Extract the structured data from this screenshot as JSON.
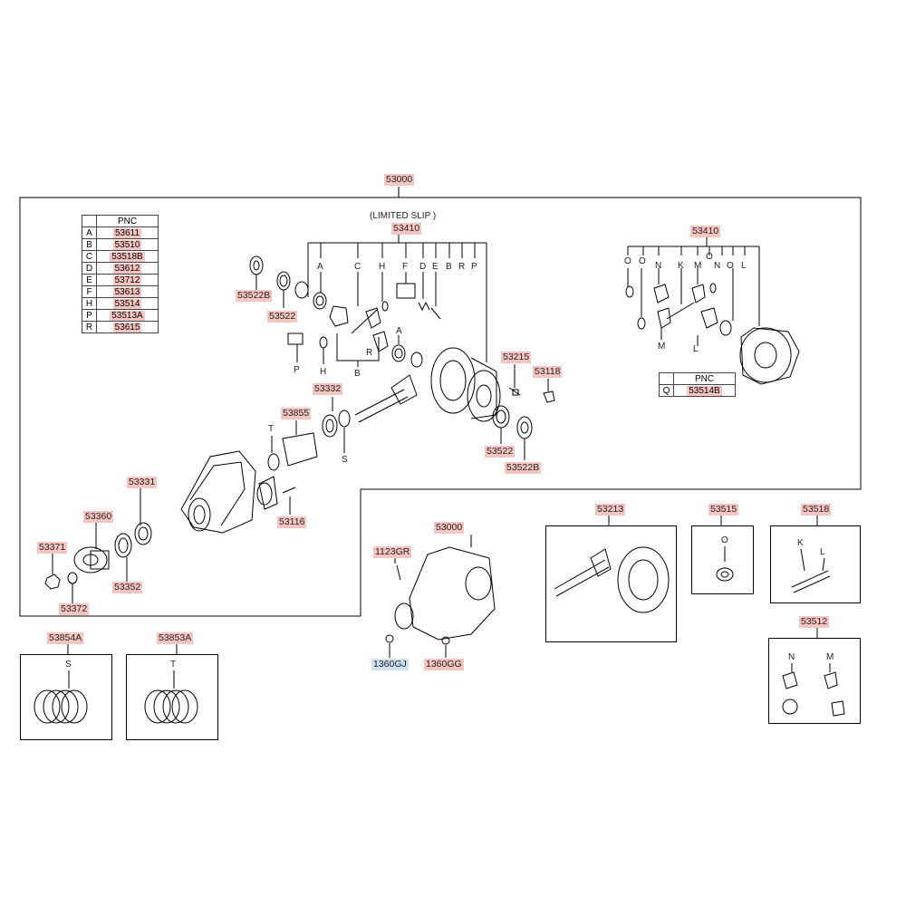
{
  "colors": {
    "part_label_bg": "#f6c4c1",
    "std_label_bg": "#cfe0f5",
    "line": "#000000"
  },
  "labels": {
    "assembly": "53000",
    "limited_slip": "(LIMITED SLIP )",
    "diff_ls": "53410",
    "diff_std": "53410",
    "seal_b_left": "53522B",
    "seal_left": "53522",
    "p53332": "53332",
    "p53855": "53855",
    "p53331": "53331",
    "p53360": "53360",
    "p53371": "53371",
    "p53372": "53372",
    "p53352": "53352",
    "p53116": "53116",
    "p53215": "53215",
    "p53118": "53118",
    "seal_right": "53522",
    "seal_b_right": "53522B",
    "carrier": "53000",
    "bolt": "1123GR",
    "plug_gj": "1360GJ",
    "plug_gg": "1360GG",
    "gear_set": "53213",
    "kit_o": "53515",
    "kit_kl": "53518",
    "kit_nm": "53512",
    "shim_s": "53854A",
    "shim_t": "53853A"
  },
  "letters": {
    "ls_top": [
      "A",
      "C",
      "H",
      "F",
      "D",
      "E",
      "B",
      "R",
      "P"
    ],
    "ls_lower": {
      "p": "P",
      "h": "H",
      "a": "A",
      "b": "B",
      "r": "R"
    },
    "std_top": [
      "O",
      "O",
      "N",
      "K",
      "M",
      "O",
      "N",
      "O",
      "L"
    ],
    "std_lower": {
      "m": "M",
      "l": "L"
    },
    "t": "T",
    "s": "S",
    "kit_o": "O",
    "kit_k": "K",
    "kit_l": "L",
    "kit_n": "N",
    "kit_m": "M",
    "shim_s": "S",
    "shim_t": "T"
  },
  "pnc_table_main": {
    "header": "PNC",
    "rows": [
      {
        "key": "A",
        "value": "53611"
      },
      {
        "key": "B",
        "value": "53510"
      },
      {
        "key": "C",
        "value": "53518B"
      },
      {
        "key": "D",
        "value": "53612"
      },
      {
        "key": "E",
        "value": "53712"
      },
      {
        "key": "F",
        "value": "53613"
      },
      {
        "key": "H",
        "value": "53514"
      },
      {
        "key": "P",
        "value": "53513A"
      },
      {
        "key": "R",
        "value": "53615"
      }
    ]
  },
  "pnc_table_q": {
    "header": "PNC",
    "rows": [
      {
        "key": "Q",
        "value": "53514B"
      }
    ]
  }
}
